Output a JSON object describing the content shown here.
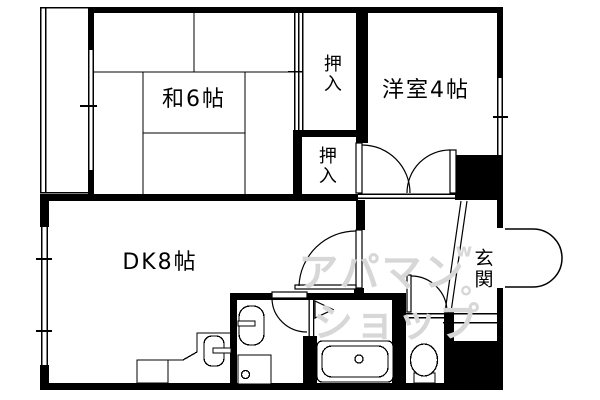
{
  "rooms": {
    "washitsu_label": "和6帖",
    "oshiire_upper_label": "押入",
    "oshiire_lower_label": "押入",
    "youshitsu_label": "洋室4帖",
    "dk_label": "DK8帖",
    "genkan_label": "玄関"
  },
  "watermark": {
    "line1": "アパマン",
    "line2": "ショップ",
    "mark": "w",
    "dot": "°",
    "color": "#d7d7d7"
  },
  "colors": {
    "wall": "#000000",
    "background": "#ffffff"
  }
}
